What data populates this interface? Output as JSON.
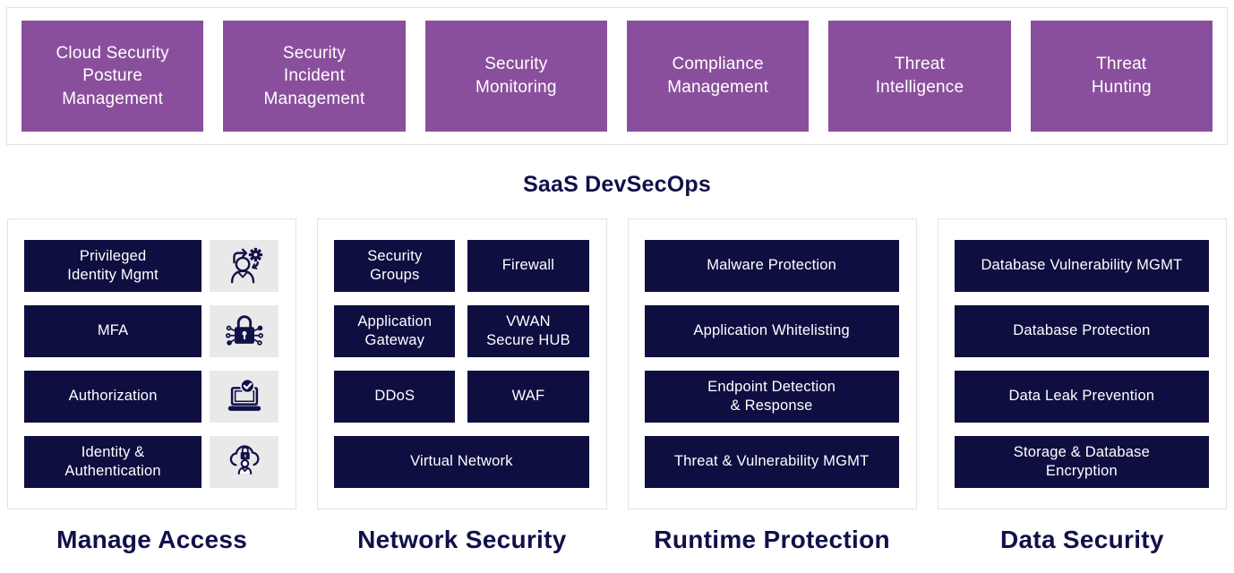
{
  "colors": {
    "purple": "#8a4f9c",
    "navy": "#0e0e41",
    "title_text": "#10104a",
    "icon_tile_bg": "#e9e9e9",
    "panel_border": "#e4e4e4",
    "box_text": "#ffffff"
  },
  "heading": "SaaS DevSecOps",
  "top_row": {
    "items": [
      {
        "label": "Cloud Security\nPosture\nManagement"
      },
      {
        "label": "Security\nIncident\nManagement"
      },
      {
        "label": "Security\nMonitoring"
      },
      {
        "label": "Compliance\nManagement"
      },
      {
        "label": "Threat\nIntelligence"
      },
      {
        "label": "Threat\nHunting"
      }
    ]
  },
  "manage_access": {
    "title": "Manage Access",
    "rows": [
      {
        "label": "Privileged\nIdentity Mgmt",
        "icon": "user-gear"
      },
      {
        "label": "MFA",
        "icon": "lock-network"
      },
      {
        "label": "Authorization",
        "icon": "laptop-check"
      },
      {
        "label": "Identity &\nAuthentication",
        "icon": "cloud-lock-user"
      }
    ]
  },
  "network_security": {
    "title": "Network Security",
    "grid": [
      {
        "label": "Security\nGroups"
      },
      {
        "label": "Firewall"
      },
      {
        "label": "Application\nGateway"
      },
      {
        "label": "VWAN\nSecure HUB"
      },
      {
        "label": "DDoS"
      },
      {
        "label": "WAF"
      }
    ],
    "full": {
      "label": "Virtual Network"
    }
  },
  "runtime_protection": {
    "title": "Runtime Protection",
    "rows": [
      {
        "label": "Malware Protection"
      },
      {
        "label": "Application Whitelisting"
      },
      {
        "label": "Endpoint Detection\n& Response"
      },
      {
        "label": "Threat & Vulnerability MGMT"
      }
    ]
  },
  "data_security": {
    "title": "Data Security",
    "rows": [
      {
        "label": "Database Vulnerability MGMT"
      },
      {
        "label": "Database Protection"
      },
      {
        "label": "Data Leak Prevention"
      },
      {
        "label": "Storage & Database\nEncryption"
      }
    ]
  }
}
